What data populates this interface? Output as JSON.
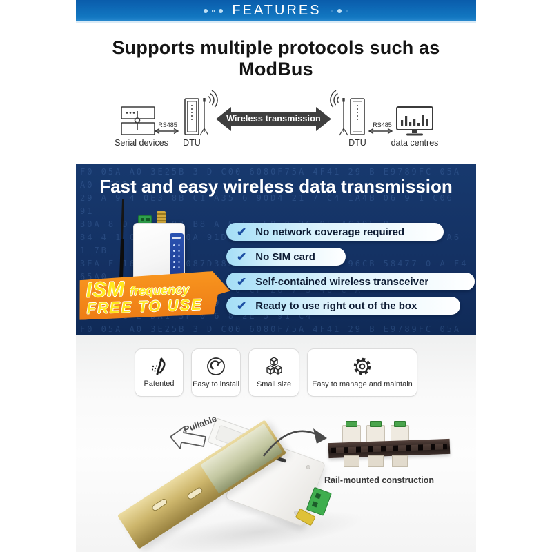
{
  "header": {
    "title": "FEATURES"
  },
  "intro": {
    "heading": "Supports multiple protocols such as ModBus"
  },
  "diagram": {
    "serial_label": "Serial devices",
    "rs485_left": "RS485",
    "dtu_left": "DTU",
    "wireless_label": "Wireless transmission",
    "dtu_right": "DTU",
    "rs485_right": "RS485",
    "data_label": "data centres"
  },
  "banner": {
    "title": "Fast and easy wireless data transmission",
    "check_glyph": "✔",
    "bullets": [
      {
        "label": "No network coverage required"
      },
      {
        "label": "No SIM card"
      },
      {
        "label": "Self-contained wireless transceiver"
      },
      {
        "label": "Ready to use right out of the box"
      }
    ],
    "ism": {
      "line1_big": "ISM",
      "line1_small": "frequency",
      "line2": "FREE TO USE"
    },
    "hex_pattern": "F0 05A A0 3E25B 3 D C00 6080F75A 4F41 29 B E9789FC 05A A0 1F25\n29 A 9 4 0E3 8B C1 A35 6 90D4 21 7 C4 1A4B 06 9 1 C06 91\n30A 8 D 4F 1 03 B8 A 6 F2 58 0 2C 9E 4CA9E 8\n84 4 1 C2 7B14 0A 91D0 7B9 9 A1E F021DAD C3 7B 83 4 A6 1 7B\n3EA F 16 A0 C 3087D38A827 4E 0137A1C3 96CB 58477 0 A F4 65A0\n0A7B C 3 9 38 09 D 10 0 CF 28 7 3 46 C A\n5A A 22 E 4 3 1 9739 0 2 F 8 B0E 6A\n10A B C 2 DA1 3F 0 6 8 2E 5 91 C4\nF0 05A A0 3E25B 3 D C00 6080F75A 4F41 29 B E9789FC 05A\n29 A 9 0E38B 4A 6 A35 C1 90D4 7 1A4B 3C 06 9 C06 91\n2910B 8 87B 608 F 4 0 B0E 6A 3 D 1C\n84 4 1 C2 7B14 0A 91D0 7B9 9 A1E F021DAD C3 7B 83\n3EA F 16 A0 C 3087D38A827 4E 0137A1C3 96CB"
  },
  "features": {
    "cards": [
      {
        "label": "Patented"
      },
      {
        "label": "Easy to install"
      },
      {
        "label": "Small size"
      },
      {
        "label": "Easy to manage and maintain"
      }
    ]
  },
  "bottom": {
    "pullable_label": "Pullable",
    "rail_label": "Rail-mounted construction"
  },
  "colors": {
    "header_blue": "#0f6fba",
    "banner_navy": "#15356a",
    "ism_orange": "#f28a1b",
    "ism_yellow": "#ffe71c",
    "pill_blue": "#a5def6",
    "check_blue": "#1d4fa3",
    "terminal_green": "#3fae4e",
    "rail_gold": "#cdb66c"
  }
}
